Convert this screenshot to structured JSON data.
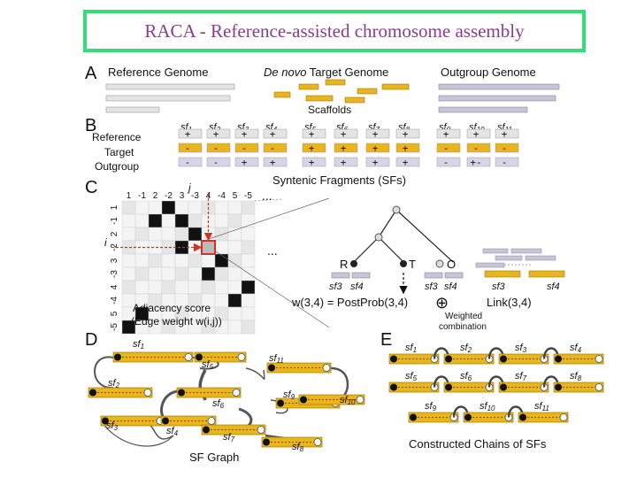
{
  "title": "RACA - Reference-assisted chromosome assembly",
  "panelA": {
    "letter": "A",
    "reference": "Reference Genome",
    "target_prefix": "De novo",
    "target_rest": " Target Genome",
    "outgroup": "Outgroup Genome",
    "scaffolds": "Scaffolds"
  },
  "panelB": {
    "letter": "B",
    "rows": [
      "Reference",
      "Target",
      "Outgroup"
    ],
    "sfs": [
      "sf1",
      "sf2",
      "sf3",
      "sf4",
      "sf5",
      "sf6",
      "sf7",
      "sf8",
      "sf9",
      "sf10",
      "sf11"
    ],
    "signs": {
      "reference": [
        "+",
        "+",
        "+",
        "+",
        "+",
        "+",
        "+",
        "+",
        "+",
        "+",
        "+"
      ],
      "target": [
        "-",
        "-",
        "-",
        "-",
        "+",
        "+",
        "+",
        "+",
        "-",
        "-",
        "-"
      ],
      "outgroup": [
        "-",
        "-",
        "+",
        "+",
        "+",
        "+",
        "+",
        "+",
        "-",
        "+-",
        "-"
      ]
    },
    "caption": "Syntenic Fragments (SFs)"
  },
  "panelC": {
    "letter": "C",
    "col_labels": [
      "1",
      "-1",
      "2",
      "-2",
      "3",
      "-3",
      "4",
      "-4",
      "5",
      "-5"
    ],
    "row_labels": [
      "1",
      "-1",
      "2",
      "-2",
      "3",
      "-3",
      "4",
      "-4",
      "5",
      "-5"
    ],
    "j": "j",
    "i": "i",
    "ellipsis": "...",
    "adjacency_l1": "Adjacency score",
    "adjacency_l2": "(Edge weight w(i,j))",
    "tree": {
      "R": "R",
      "T": "T",
      "O": "O"
    },
    "sf3": "sf3",
    "sf4": "sf4",
    "formula": "w(3,4) = PostProb(3,4)",
    "plus": "⊕",
    "link": "Link(3,4)",
    "weighted_l1": "Weighted",
    "weighted_l2": "combination"
  },
  "panelD": {
    "letter": "D",
    "caption": "SF Graph",
    "nodes": [
      "sf1",
      "sf5",
      "sf11",
      "sf2",
      "sf9",
      "sf10",
      "sf6",
      "sf3",
      "sf4",
      "sf7",
      "sf8"
    ]
  },
  "panelE": {
    "letter": "E",
    "caption": "Constructed Chains of SFs",
    "chains": [
      [
        "sf1",
        "sf2",
        "sf3",
        "sf4"
      ],
      [
        "sf5",
        "sf6",
        "sf7",
        "sf8"
      ],
      [
        "sf9",
        "sf10",
        "sf11"
      ]
    ]
  },
  "colors": {
    "title": "#8a3d8e",
    "border": "#33dd77",
    "bar": "#e8b420",
    "bar_stroke": "#a07a10",
    "outgroup_bar": "#c8c4dc",
    "highlight": "#d93025"
  }
}
